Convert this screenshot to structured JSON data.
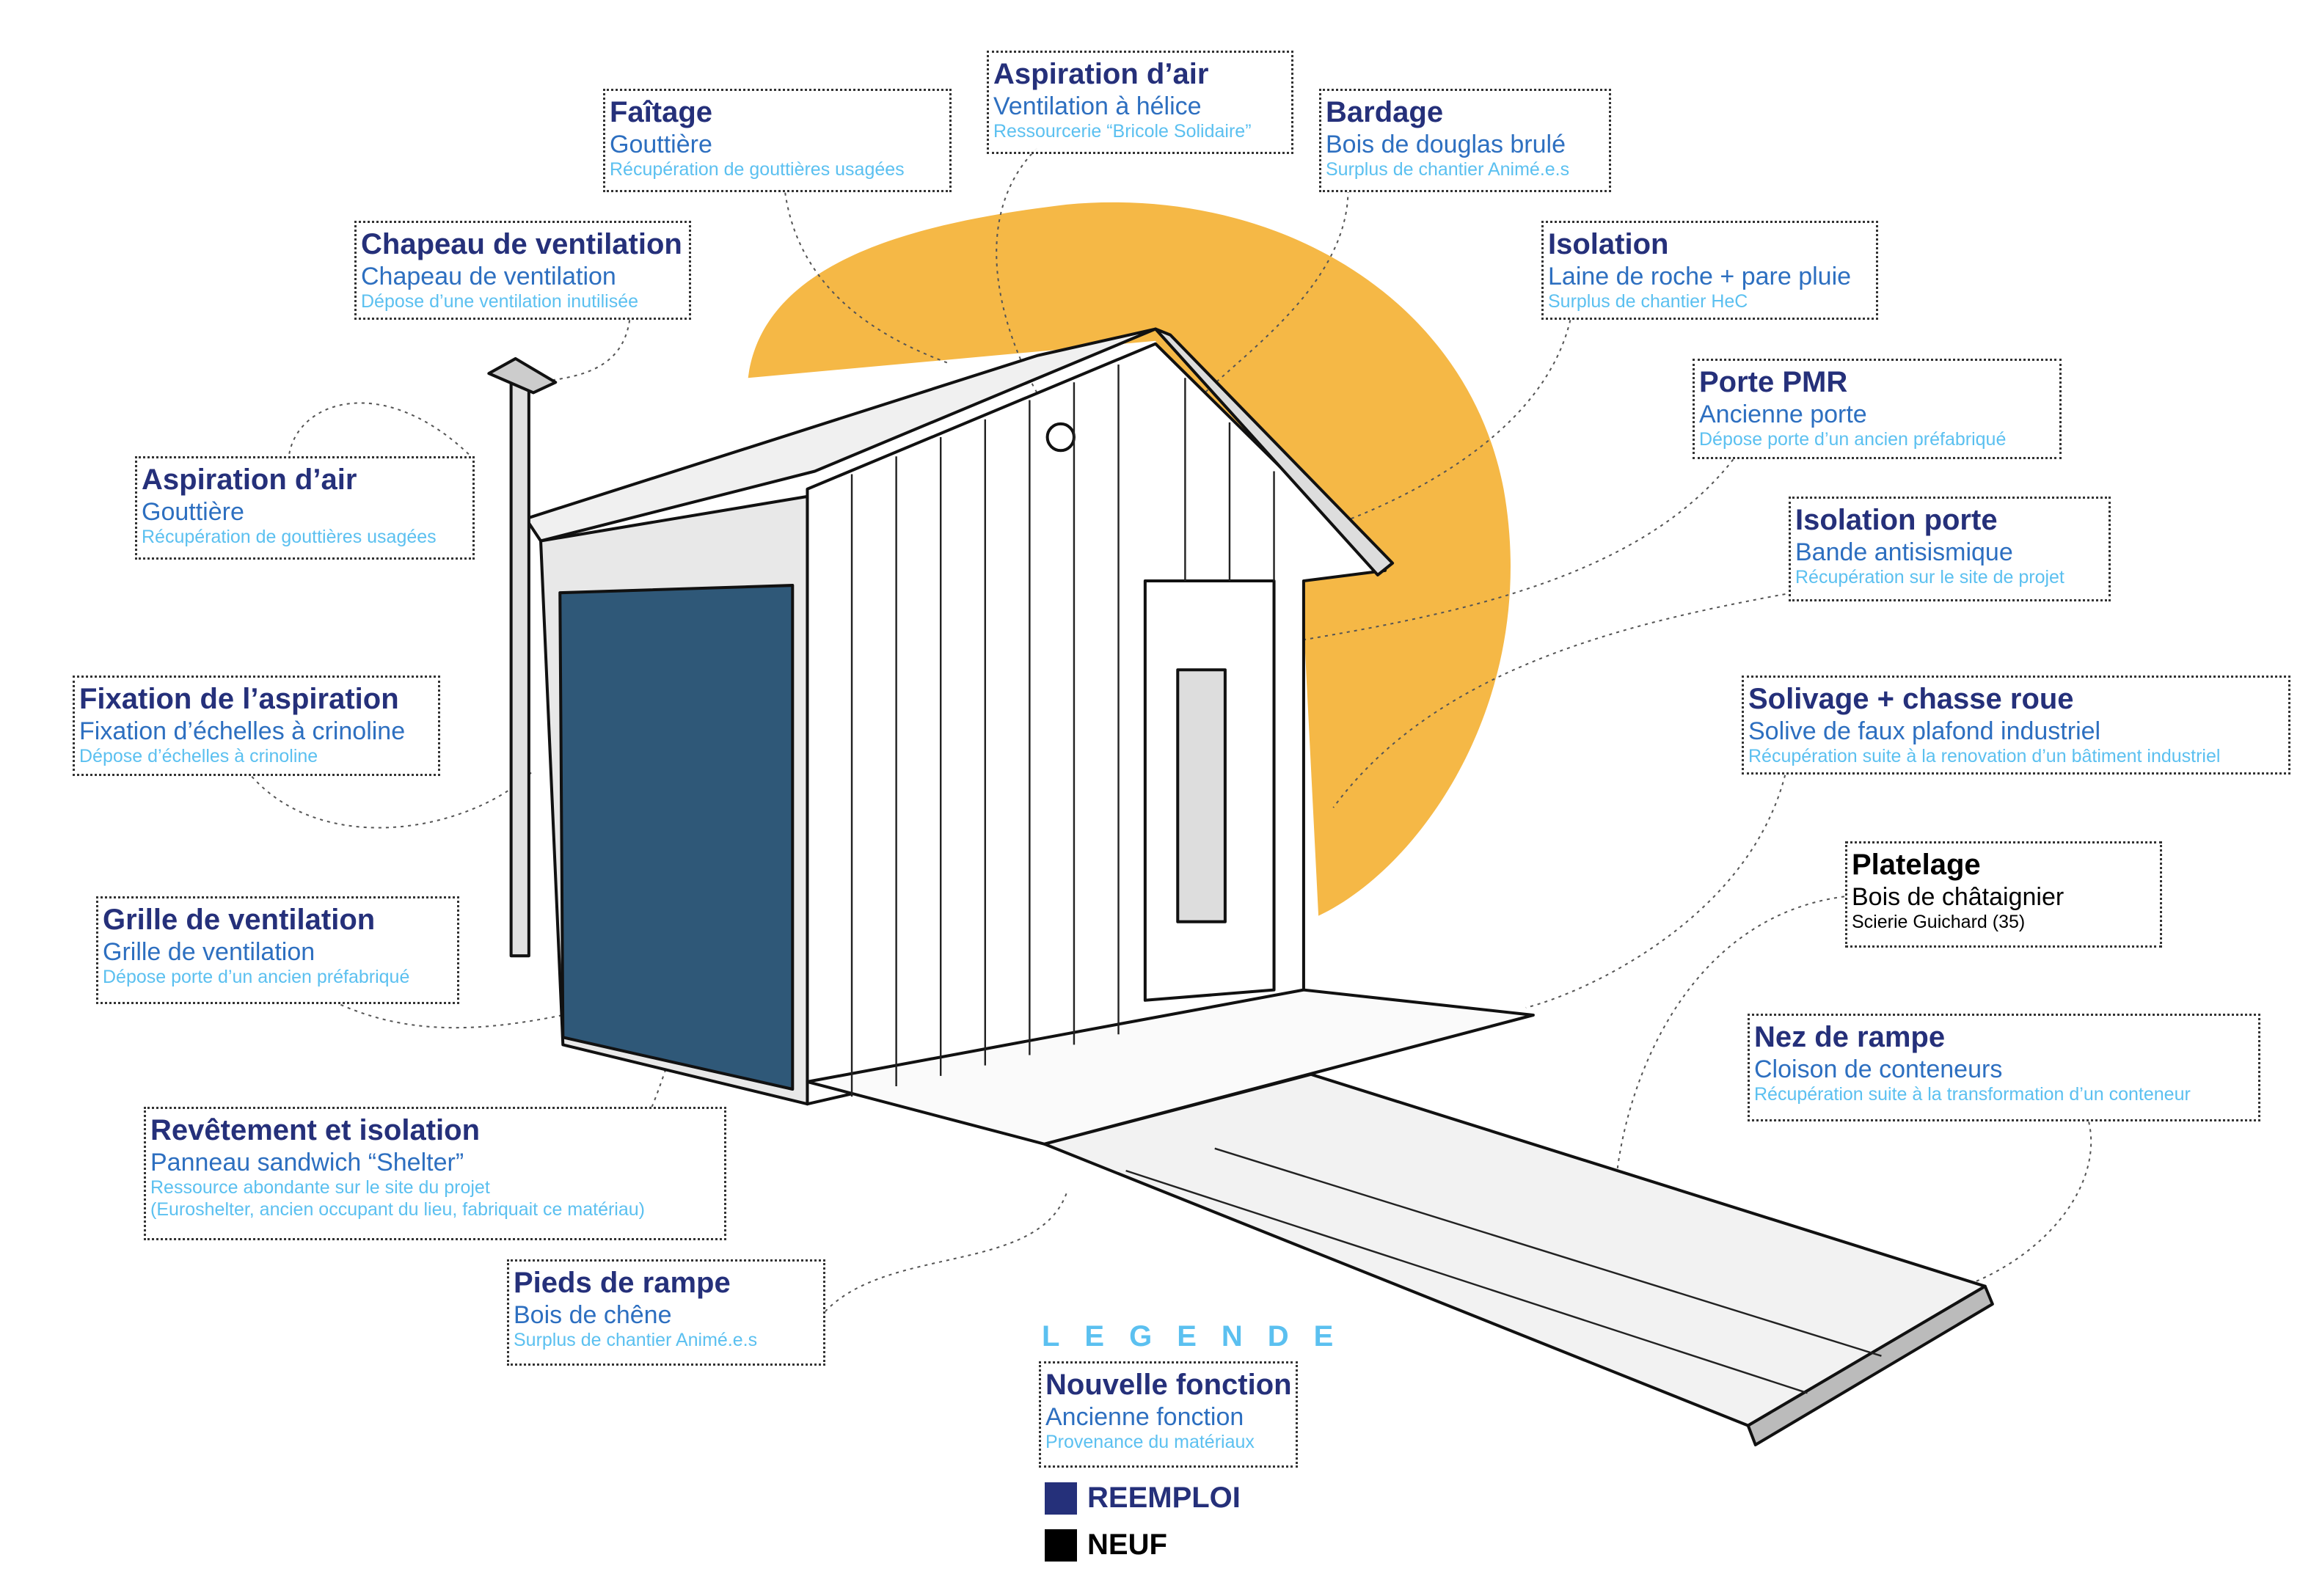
{
  "colors": {
    "reemploi": "#25307a",
    "neuf": "#000000",
    "ancienne": "#2d6fc0",
    "provenance": "#5bc0f0",
    "sun": "#f5b846"
  },
  "labels": [
    {
      "id": "faitage",
      "title": "Faîtage",
      "old": "Gouttière",
      "source": "Récupération de gouttières usagées",
      "type": "reemploi"
    },
    {
      "id": "aspiration-top",
      "title": "Aspiration d’air",
      "old": "Ventilation à hélice",
      "source": "Ressourcerie “Bricole Solidaire”",
      "type": "reemploi"
    },
    {
      "id": "bardage",
      "title": "Bardage",
      "old": "Bois de douglas brulé",
      "source": "Surplus de chantier Animé.e.s",
      "type": "reemploi"
    },
    {
      "id": "chapeau",
      "title": "Chapeau de ventilation",
      "old": "Chapeau de ventilation",
      "source": "Dépose d’une ventilation inutilisée",
      "type": "reemploi"
    },
    {
      "id": "isolation",
      "title": "Isolation",
      "old": "Laine de roche + pare pluie",
      "source": "Surplus de chantier HeC",
      "type": "reemploi"
    },
    {
      "id": "porte-pmr",
      "title": "Porte PMR",
      "old": "Ancienne porte",
      "source": "Dépose porte d’un ancien préfabriqué",
      "type": "reemploi"
    },
    {
      "id": "aspiration-left",
      "title": "Aspiration d’air",
      "old": "Gouttière",
      "source": "Récupération de gouttières usagées",
      "type": "reemploi"
    },
    {
      "id": "isolation-porte",
      "title": "Isolation porte",
      "old": "Bande antisismique",
      "source": "Récupération sur le site de projet",
      "type": "reemploi"
    },
    {
      "id": "fixation",
      "title": "Fixation de l’aspiration",
      "old": "Fixation d’échelles à crinoline",
      "source": "Dépose d’échelles à crinoline",
      "type": "reemploi"
    },
    {
      "id": "solivage",
      "title": "Solivage + chasse roue",
      "old": "Solive de faux plafond industriel",
      "source": "Récupération suite à la renovation d’un bâtiment industriel",
      "type": "reemploi"
    },
    {
      "id": "platelage",
      "title": "Platelage",
      "old": "Bois de châtaignier",
      "source": "Scierie Guichard (35)",
      "type": "neuf"
    },
    {
      "id": "grille",
      "title": "Grille de ventilation",
      "old": "Grille de ventilation",
      "source": "Dépose porte d’un ancien préfabriqué",
      "type": "reemploi"
    },
    {
      "id": "nez-rampe",
      "title": "Nez de rampe",
      "old": "Cloison de conteneurs",
      "source": "Récupération suite à la transformation d’un conteneur",
      "type": "reemploi"
    },
    {
      "id": "revetement",
      "title": "Revêtement et isolation",
      "old": "Panneau sandwich “Shelter”",
      "source": "Ressource abondante sur le site du projet",
      "source2": "(Euroshelter, ancien occupant du lieu, fabriquait ce matériau)",
      "type": "reemploi"
    },
    {
      "id": "pieds-rampe",
      "title": "Pieds de rampe",
      "old": "Bois de chêne",
      "source": "Surplus de chantier Animé.e.s",
      "type": "reemploi"
    }
  ],
  "legend": {
    "title": "LEGENDE",
    "title_label": "Nouvelle fonction",
    "old_label": "Ancienne fonction",
    "source_label": "Provenance du matériaux",
    "reemploi": "REEMPLOI",
    "neuf": "NEUF"
  }
}
